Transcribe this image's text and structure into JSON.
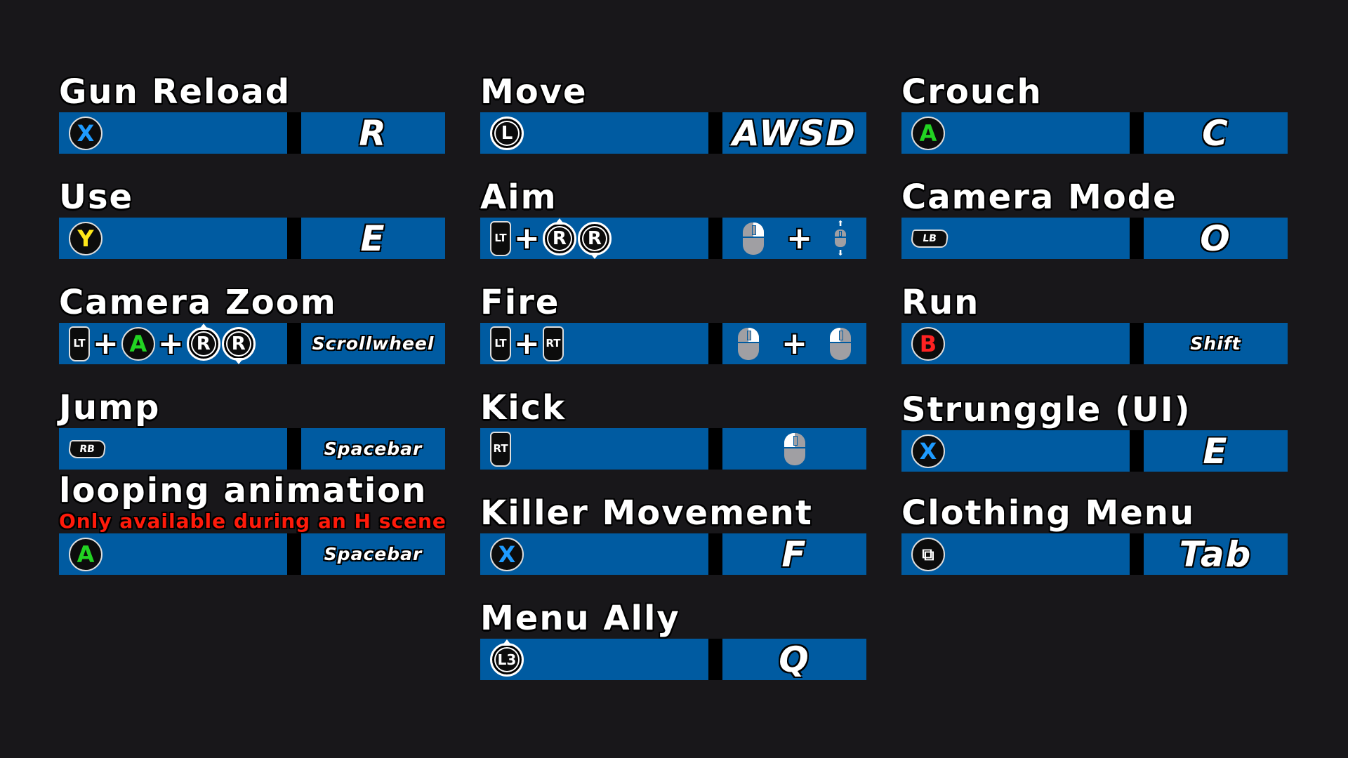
{
  "colors": {
    "bar": "#005ba1",
    "background": "#18171a",
    "subtitle": "#ff1a0a",
    "x": "#1e9bff",
    "a": "#22d322",
    "y": "#ffe81a",
    "b": "#ff2222"
  },
  "entries": [
    {
      "id": "gun-reload",
      "col": 0,
      "row": 0,
      "title": "Gun Reload",
      "controller": [
        {
          "type": "face",
          "label": "X",
          "color": "x"
        }
      ],
      "key": "R"
    },
    {
      "id": "use",
      "col": 0,
      "row": 1,
      "title": "Use",
      "controller": [
        {
          "type": "face",
          "label": "Y",
          "color": "y"
        }
      ],
      "key": "E"
    },
    {
      "id": "camera-zoom",
      "col": 0,
      "row": 2,
      "title": "Camera Zoom",
      "controller": [
        {
          "type": "trigger",
          "label": "LT"
        },
        {
          "type": "plus",
          "label": "+"
        },
        {
          "type": "face",
          "label": "A",
          "color": "a"
        },
        {
          "type": "plus",
          "label": "+"
        },
        {
          "type": "stick",
          "label": "R",
          "arrow": "up"
        },
        {
          "type": "stick",
          "label": "R",
          "arrow": "down"
        }
      ],
      "key": "Scrollwheel",
      "key_small": true
    },
    {
      "id": "jump",
      "col": 0,
      "row": 3,
      "title": "Jump",
      "controller": [
        {
          "type": "bumper",
          "label": "RB"
        }
      ],
      "key": "Spacebar",
      "key_small": true
    },
    {
      "id": "looping-animation",
      "col": 0,
      "row": 4,
      "title": "looping animation",
      "subtitle": "Only available during an H scene",
      "controller": [
        {
          "type": "face",
          "label": "A",
          "color": "a"
        }
      ],
      "key": "Spacebar",
      "key_small": true
    },
    {
      "id": "move",
      "col": 1,
      "row": 0,
      "title": "Move",
      "controller": [
        {
          "type": "stick",
          "label": "L"
        }
      ],
      "key": "AWSD"
    },
    {
      "id": "aim",
      "col": 1,
      "row": 1,
      "title": "Aim",
      "controller": [
        {
          "type": "trigger",
          "label": "LT"
        },
        {
          "type": "plus",
          "label": "+"
        },
        {
          "type": "stick",
          "label": "R",
          "arrow": "up"
        },
        {
          "type": "stick",
          "label": "R",
          "arrow": "down"
        }
      ],
      "mouse": [
        {
          "type": "mouse",
          "button": "right"
        },
        {
          "type": "plus",
          "label": "+"
        },
        {
          "type": "wheel",
          "up": "⬆",
          "down": "⬇"
        }
      ]
    },
    {
      "id": "fire",
      "col": 1,
      "row": 2,
      "title": "Fire",
      "controller": [
        {
          "type": "trigger",
          "label": "LT"
        },
        {
          "type": "plus",
          "label": "+"
        },
        {
          "type": "trigger",
          "label": "RT"
        }
      ],
      "mouse": [
        {
          "type": "mouse",
          "button": "right"
        },
        {
          "type": "plus",
          "label": "+"
        },
        {
          "type": "mouse",
          "button": "left"
        }
      ]
    },
    {
      "id": "kick",
      "col": 1,
      "row": 3,
      "title": "Kick",
      "controller": [
        {
          "type": "trigger",
          "label": "RT"
        }
      ],
      "mouse": [
        {
          "type": "mouse",
          "button": "left"
        }
      ]
    },
    {
      "id": "killer-movement",
      "col": 1,
      "row": 4,
      "title": "Killer Movement",
      "controller": [
        {
          "type": "face",
          "label": "X",
          "color": "x"
        }
      ],
      "key": "F"
    },
    {
      "id": "menu-ally",
      "col": 1,
      "row": 5,
      "title": "Menu Ally",
      "controller": [
        {
          "type": "stick",
          "label": "L3",
          "arrow": "down-in"
        }
      ],
      "key": "Q"
    },
    {
      "id": "crouch",
      "col": 2,
      "row": 0,
      "title": "Crouch",
      "controller": [
        {
          "type": "face",
          "label": "A",
          "color": "a"
        }
      ],
      "key": "C"
    },
    {
      "id": "camera-mode",
      "col": 2,
      "row": 1,
      "title": "Camera Mode",
      "controller": [
        {
          "type": "bumper",
          "label": "LB"
        }
      ],
      "key": "O"
    },
    {
      "id": "run",
      "col": 2,
      "row": 2,
      "title": "Run",
      "controller": [
        {
          "type": "face",
          "label": "B",
          "color": "b"
        }
      ],
      "key": "Shift",
      "key_small": true
    },
    {
      "id": "struggle-ui",
      "col": 2,
      "row": 3,
      "title": "Strunggle (UI)",
      "controller": [
        {
          "type": "face",
          "label": "X",
          "color": "x"
        }
      ],
      "key": "E",
      "offset": 3
    },
    {
      "id": "clothing-menu",
      "col": 2,
      "row": 4,
      "title": "Clothing Menu",
      "controller": [
        {
          "type": "menu",
          "label": "⧉"
        }
      ],
      "key": "Tab"
    }
  ]
}
